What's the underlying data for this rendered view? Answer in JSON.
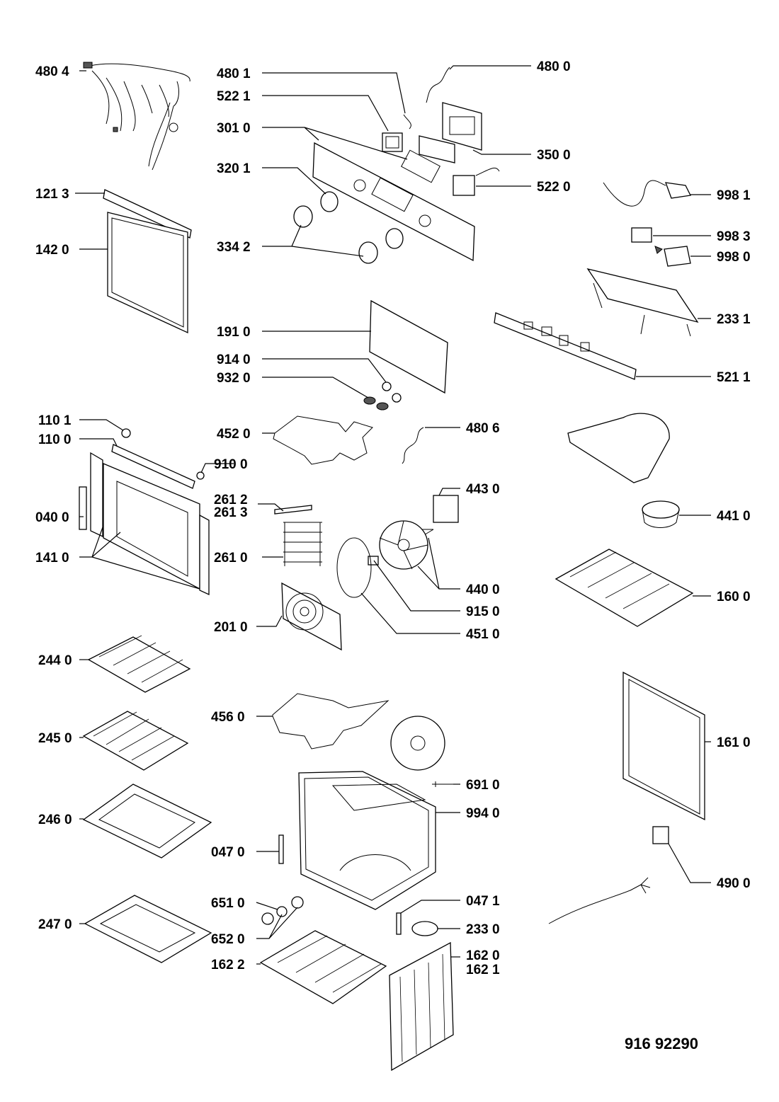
{
  "diagram": {
    "document_number": "916 92290",
    "labels": [
      "480 4",
      "480 1",
      "480 0",
      "522 1",
      "301 0",
      "350 0",
      "320 1",
      "522 0",
      "121 3",
      "998 1",
      "142 0",
      "334 2",
      "998 3",
      "998 0",
      "233 1",
      "191 0",
      "914 0",
      "932 0",
      "521 1",
      "110 1",
      "110 0",
      "452 0",
      "480 6",
      "910 0",
      "261 2",
      "261 3",
      "443 0",
      "040 0",
      "441 0",
      "141 0",
      "261 0",
      "440 0",
      "160 0",
      "915 0",
      "201 0",
      "451 0",
      "244 0",
      "456 0",
      "245 0",
      "161 0",
      "691 0",
      "246 0",
      "994 0",
      "047 0",
      "490 0",
      "651 0",
      "047 1",
      "247 0",
      "233 0",
      "652 0",
      "162 0",
      "162 2",
      "162 1"
    ]
  }
}
